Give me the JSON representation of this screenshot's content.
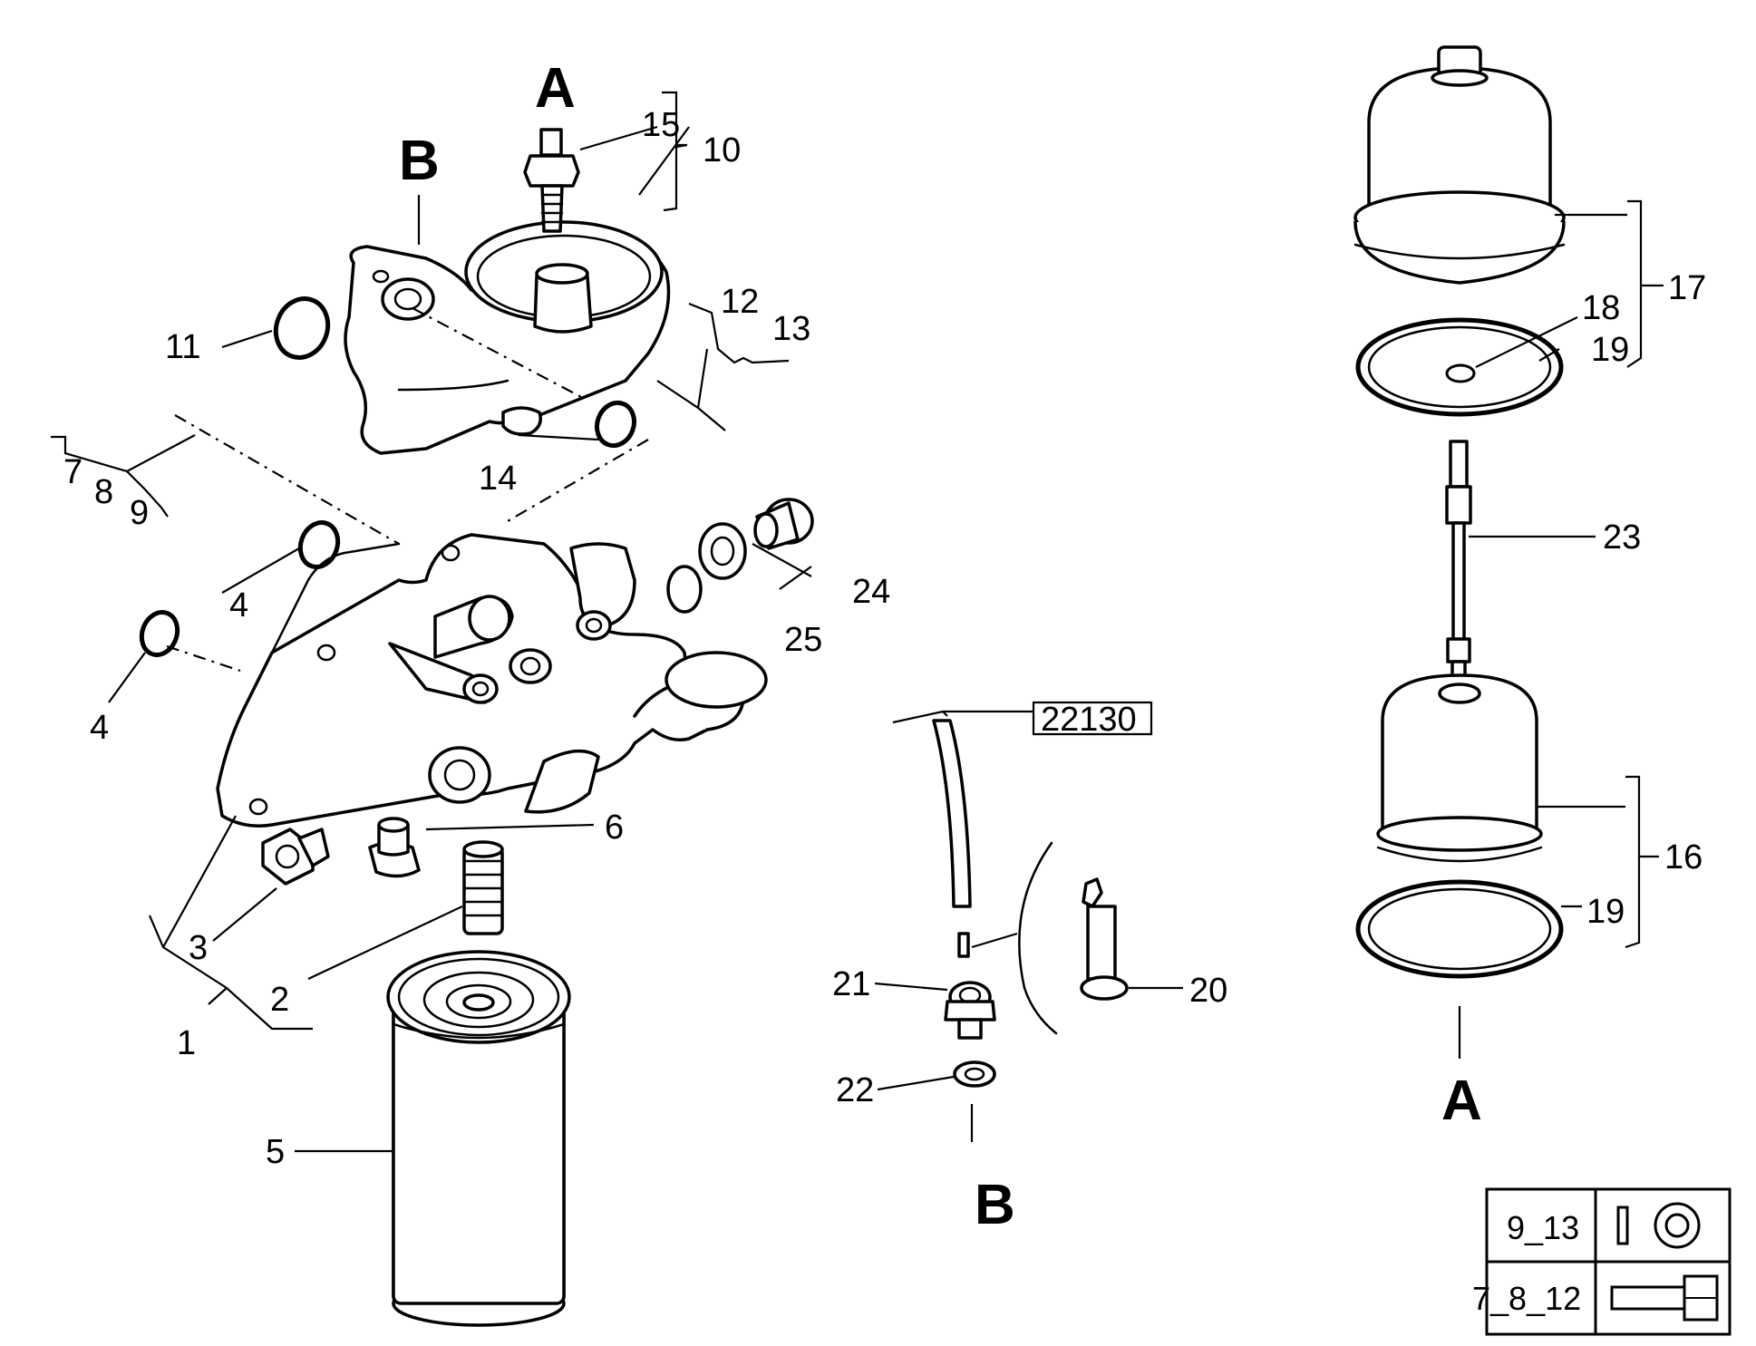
{
  "diagram": {
    "callouts": [
      "1",
      "2",
      "3",
      "4",
      "4",
      "5",
      "6",
      "7",
      "8",
      "9",
      "10",
      "11",
      "12",
      "13",
      "14",
      "15",
      "16",
      "17",
      "18",
      "19",
      "19",
      "20",
      "21",
      "22",
      "23",
      "24",
      "25"
    ],
    "letters": [
      "A",
      "B",
      "A",
      "B"
    ],
    "reference_box": "22130",
    "legend": {
      "row1_label": "9_13",
      "row2_label": "7_8_12"
    }
  }
}
